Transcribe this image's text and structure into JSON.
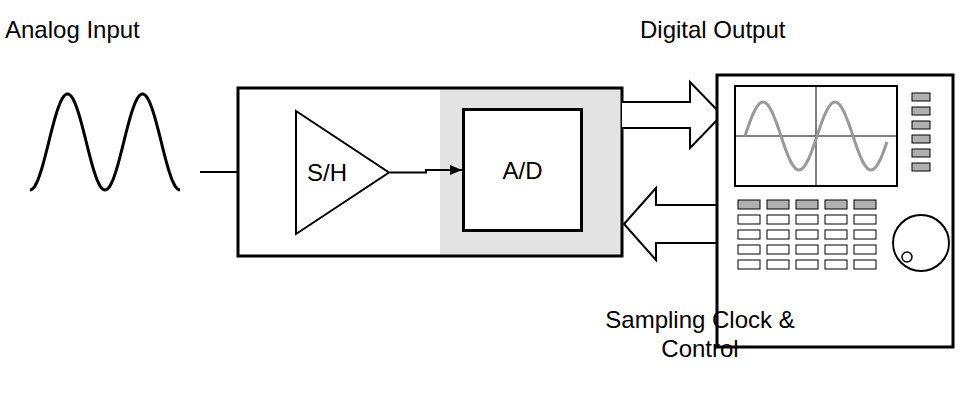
{
  "diagram": {
    "nodes": [
      {
        "text": [
          "S/H"
        ]
      },
      {
        "text": [
          "A/D"
        ]
      }
    ],
    "edges": [
      {
        "from": 0,
        "to": 1,
        "arrow": "to"
      }
    ],
    "labels": [
      "Analog Input",
      "Digital Output",
      "Sampling Clock & Control"
    ]
  }
}
